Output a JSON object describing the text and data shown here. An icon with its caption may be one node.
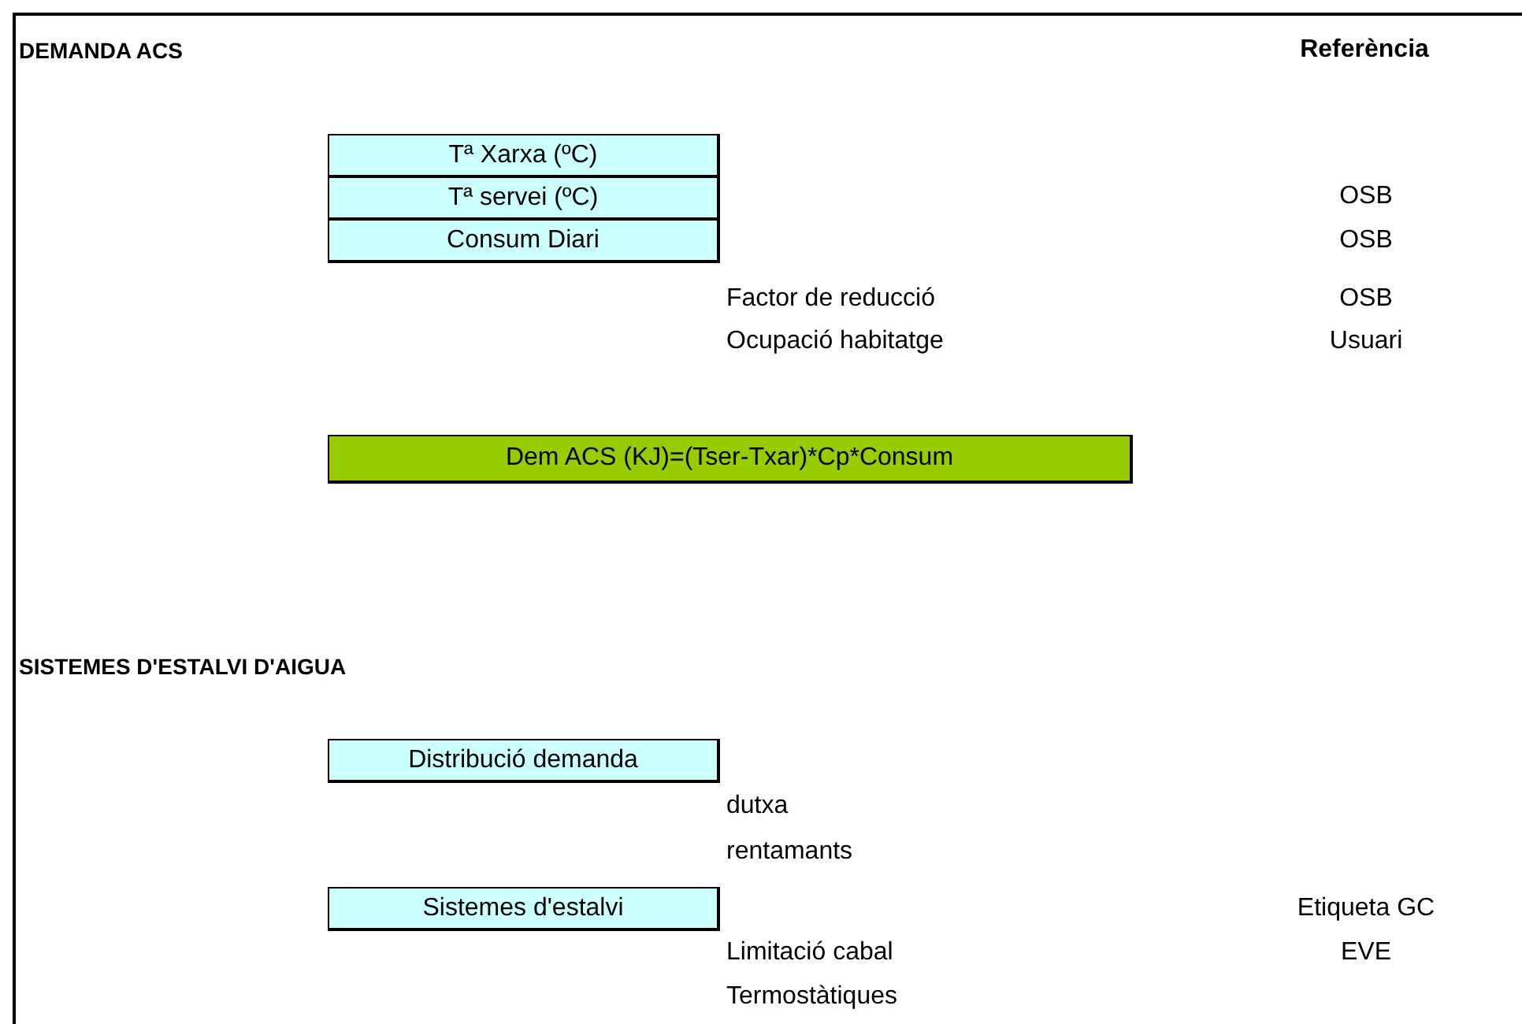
{
  "diagram": {
    "nodes": [
      {
        "text": [
          "Tª Xarxa (ºC)"
        ]
      },
      {
        "text": [
          "Tª servei (ºC)"
        ]
      },
      {
        "text": [
          "Consum Diari"
        ]
      },
      {
        "text": [
          "Dem ACS (KJ)=(Tser-Txar)*Cp*Consum"
        ]
      },
      {
        "text": [
          "Distribució demanda"
        ]
      },
      {
        "text": [
          "Sistemes d'estalvi"
        ]
      }
    ],
    "labels": [
      "DEMANDA ACS",
      "Referència",
      "OSB",
      "OSB",
      "Factor de reducció",
      "OSB",
      "Ocupació habitatge",
      "Usuari",
      "SISTEMES D'ESTALVI D'AIGUA",
      "dutxa",
      "rentamants",
      "Etiqueta GC",
      "Limitació cabal",
      "EVE",
      "Termostàtiques"
    ]
  }
}
